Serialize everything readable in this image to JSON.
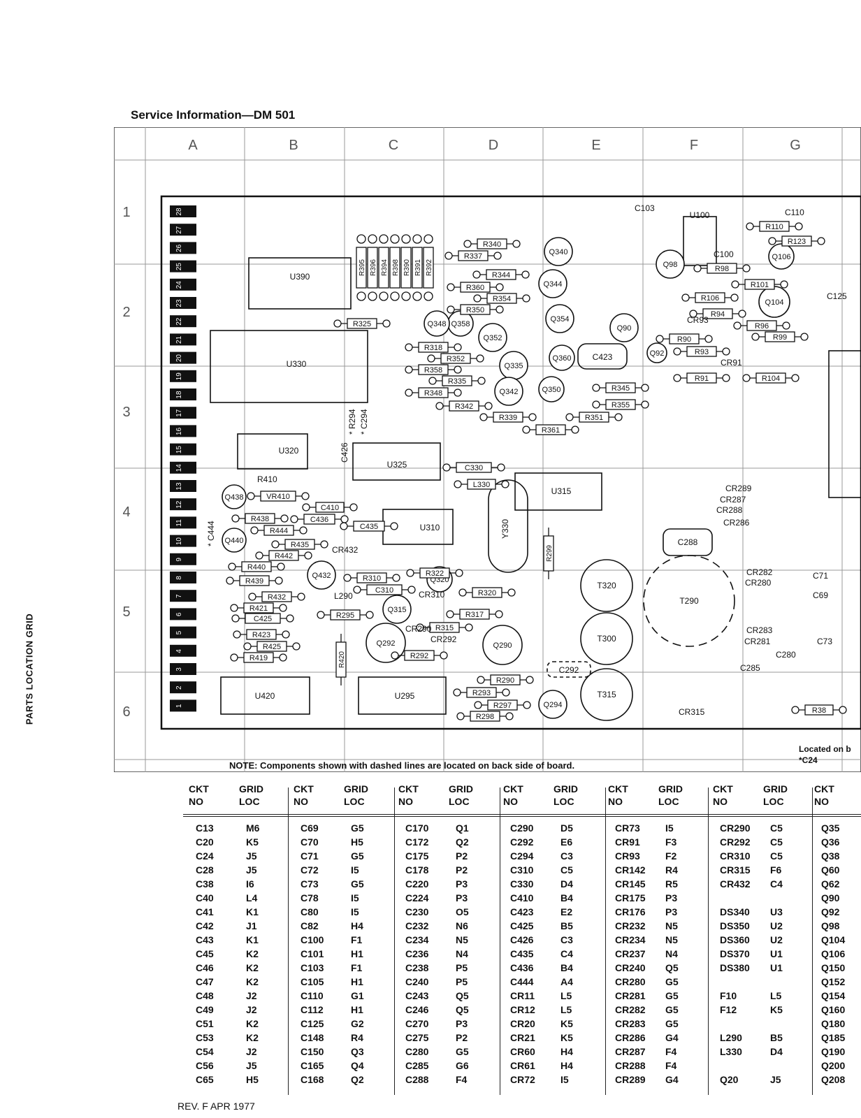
{
  "header": "Service Information—DM 501",
  "side_title": "PARTS LOCATION GRID",
  "grid_columns": [
    "A",
    "B",
    "C",
    "D",
    "E",
    "F",
    "G"
  ],
  "grid_rows": [
    "1",
    "2",
    "3",
    "4",
    "5",
    "6"
  ],
  "note": "NOTE: Components shown with dashed lines are located on back side of board.",
  "located_note": "Located on b",
  "located_sub": "*C24",
  "board_labels": {
    "u100": "U100",
    "u390": "U390",
    "u330": "U330",
    "u320": "U320",
    "u325": "U325",
    "u310": "U310",
    "u315": "U315",
    "u420": "U420",
    "u295": "U295",
    "t320": "T320",
    "t300": "T300",
    "t315": "T315",
    "t290": "T290",
    "y330": "Y330",
    "c288": "C288",
    "c423": "C423",
    "c292": "C292",
    "c330": "C330",
    "l330": "L330",
    "q340": "Q340",
    "q344": "Q344",
    "q354": "Q354",
    "q358": "Q358",
    "q348": "Q348",
    "q352": "Q352",
    "q335": "Q335",
    "q342": "Q342",
    "q350": "Q350",
    "q360": "Q360",
    "q90": "Q90",
    "q92": "Q92",
    "q98": "Q98",
    "q104": "Q104",
    "q106": "Q106",
    "q438": "Q438",
    "q440": "Q440",
    "q432": "Q432",
    "q315": "Q315",
    "q320": "Q320",
    "q292": "Q292",
    "q290": "Q290",
    "q294": "Q294",
    "r340": "R340",
    "r337": "R337",
    "r344": "R344",
    "r360": "R360",
    "r354": "R354",
    "r350": "R350",
    "r325": "R325",
    "r318": "R318",
    "r352": "R352",
    "r358": "R358",
    "r335": "R335",
    "r348": "R348",
    "r342": "R342",
    "r339": "R339",
    "r361": "R361",
    "r351": "R351",
    "r345": "R345",
    "r355": "R355",
    "r410": "R410",
    "vr410": "VR410",
    "r438": "R438",
    "r444": "R444",
    "r435": "R435",
    "r442": "R442",
    "r440": "R440",
    "r439": "R439",
    "r432": "R432",
    "r421": "R421",
    "r423": "R423",
    "r425": "R425",
    "r419": "R419",
    "r310": "R310",
    "r322": "R322",
    "r320": "R320",
    "r295": "R295",
    "r317": "R317",
    "r315": "R315",
    "r292": "R292",
    "r290": "R290",
    "r293": "R293",
    "r297": "R297",
    "r298": "R298",
    "r299": "R299",
    "r420": "R420",
    "r110": "R110",
    "r123": "R123",
    "c110": "C110",
    "c103": "C103",
    "c100": "C100",
    "r98": "R98",
    "r101": "R101",
    "r106": "R106",
    "r94": "R94",
    "r96": "R96",
    "r99": "R99",
    "r90": "R90",
    "r93": "R93",
    "r91": "R91",
    "r104": "R104",
    "r38": "R38",
    "c410": "C410",
    "c436": "C436",
    "c435": "C435",
    "c425": "C425",
    "c310": "C310",
    "l290": "L290",
    "c444": "* C444",
    "c426": "C426",
    "r294": "* R294",
    "c294": "* C294",
    "cr432": "CR432",
    "cr310": "CR310",
    "cr290": "CR290",
    "cr292": "CR292",
    "cr93": "CR93",
    "cr91": "CR91",
    "cr289": "CR289",
    "cr287": "CR287",
    "cr288": "CR288",
    "cr286": "CR286",
    "cr282": "CR282",
    "cr280": "CR280",
    "cr283": "CR283",
    "cr281": "CR281",
    "c285": "C285",
    "c280": "C280",
    "cr315": "CR315",
    "c71": "C71",
    "c69": "C69",
    "c73": "C73",
    "c125": "C125",
    "r395": "R395",
    "r396": "R396",
    "r394": "R394",
    "r398": "R398",
    "r390": "R390",
    "r391": "R391",
    "r392": "R392"
  },
  "edge_pins": [
    "28",
    "27",
    "26",
    "25",
    "24",
    "23",
    "22",
    "21",
    "20",
    "19",
    "18",
    "17",
    "16",
    "15",
    "14",
    "13",
    "12",
    "11",
    "10",
    "9",
    "8",
    "7",
    "6",
    "5",
    "4",
    "3",
    "2",
    "1"
  ],
  "table_headers": {
    "ckt": "CKT",
    "no": "NO",
    "grid": "GRID",
    "loc": "LOC"
  },
  "table_columns": [
    [
      [
        "C13",
        "M6"
      ],
      [
        "C20",
        "K5"
      ],
      [
        "C24",
        "J5"
      ],
      [
        "C28",
        "J5"
      ],
      [
        "C38",
        "I6"
      ],
      [
        "C40",
        "L4"
      ],
      [
        "C41",
        "K1"
      ],
      [
        "C42",
        "J1"
      ],
      [
        "C43",
        "K1"
      ],
      [
        "C45",
        "K2"
      ],
      [
        "C46",
        "K2"
      ],
      [
        "C47",
        "K2"
      ],
      [
        "C48",
        "J2"
      ],
      [
        "C49",
        "J2"
      ],
      [
        "C51",
        "K2"
      ],
      [
        "C53",
        "K2"
      ],
      [
        "C54",
        "J2"
      ],
      [
        "C56",
        "J5"
      ],
      [
        "C65",
        "H5"
      ]
    ],
    [
      [
        "C69",
        "G5"
      ],
      [
        "C70",
        "H5"
      ],
      [
        "C71",
        "G5"
      ],
      [
        "C72",
        "I5"
      ],
      [
        "C73",
        "G5"
      ],
      [
        "C78",
        "I5"
      ],
      [
        "C80",
        "I5"
      ],
      [
        "C82",
        "H4"
      ],
      [
        "C100",
        "F1"
      ],
      [
        "C101",
        "H1"
      ],
      [
        "C103",
        "F1"
      ],
      [
        "C105",
        "H1"
      ],
      [
        "C110",
        "G1"
      ],
      [
        "C112",
        "H1"
      ],
      [
        "C125",
        "G2"
      ],
      [
        "C148",
        "R4"
      ],
      [
        "C150",
        "Q3"
      ],
      [
        "C165",
        "Q4"
      ],
      [
        "C168",
        "Q2"
      ]
    ],
    [
      [
        "C170",
        "Q1"
      ],
      [
        "C172",
        "Q2"
      ],
      [
        "C175",
        "P2"
      ],
      [
        "C178",
        "P2"
      ],
      [
        "C220",
        "P3"
      ],
      [
        "C224",
        "P3"
      ],
      [
        "C230",
        "O5"
      ],
      [
        "C232",
        "N6"
      ],
      [
        "C234",
        "N5"
      ],
      [
        "C236",
        "N4"
      ],
      [
        "C238",
        "P5"
      ],
      [
        "C240",
        "P5"
      ],
      [
        "C243",
        "Q5"
      ],
      [
        "C246",
        "Q5"
      ],
      [
        "C270",
        "P3"
      ],
      [
        "C275",
        "P2"
      ],
      [
        "C280",
        "G5"
      ],
      [
        "C285",
        "G6"
      ],
      [
        "C288",
        "F4"
      ]
    ],
    [
      [
        "C290",
        "D5"
      ],
      [
        "C292",
        "E6"
      ],
      [
        "C294",
        "C3"
      ],
      [
        "C310",
        "C5"
      ],
      [
        "C330",
        "D4"
      ],
      [
        "C410",
        "B4"
      ],
      [
        "C423",
        "E2"
      ],
      [
        "C425",
        "B5"
      ],
      [
        "C426",
        "C3"
      ],
      [
        "C435",
        "C4"
      ],
      [
        "C436",
        "B4"
      ],
      [
        "C444",
        "A4"
      ],
      [
        "CR11",
        "L5"
      ],
      [
        "CR12",
        "L5"
      ],
      [
        "CR20",
        "K5"
      ],
      [
        "CR21",
        "K5"
      ],
      [
        "CR60",
        "H4"
      ],
      [
        "CR61",
        "H4"
      ],
      [
        "CR72",
        "I5"
      ]
    ],
    [
      [
        "CR73",
        "I5"
      ],
      [
        "CR91",
        "F3"
      ],
      [
        "CR93",
        "F2"
      ],
      [
        "CR142",
        "R4"
      ],
      [
        "CR145",
        "R5"
      ],
      [
        "CR175",
        "P3"
      ],
      [
        "CR176",
        "P3"
      ],
      [
        "CR232",
        "N5"
      ],
      [
        "CR234",
        "N5"
      ],
      [
        "CR237",
        "N4"
      ],
      [
        "CR240",
        "Q5"
      ],
      [
        "CR280",
        "G5"
      ],
      [
        "CR281",
        "G5"
      ],
      [
        "CR282",
        "G5"
      ],
      [
        "CR283",
        "G5"
      ],
      [
        "CR286",
        "G4"
      ],
      [
        "CR287",
        "F4"
      ],
      [
        "CR288",
        "F4"
      ],
      [
        "CR289",
        "G4"
      ]
    ],
    [
      [
        "CR290",
        "C5"
      ],
      [
        "CR292",
        "C5"
      ],
      [
        "CR310",
        "C5"
      ],
      [
        "CR315",
        "F6"
      ],
      [
        "CR432",
        "C4"
      ],
      [
        "",
        ""
      ],
      [
        "DS340",
        "U3"
      ],
      [
        "DS350",
        "U2"
      ],
      [
        "DS360",
        "U2"
      ],
      [
        "DS370",
        "U1"
      ],
      [
        "DS380",
        "U1"
      ],
      [
        "",
        ""
      ],
      [
        "F10",
        "L5"
      ],
      [
        "F12",
        "K5"
      ],
      [
        "",
        ""
      ],
      [
        "L290",
        "B5"
      ],
      [
        "L330",
        "D4"
      ],
      [
        "",
        ""
      ],
      [
        "Q20",
        "J5"
      ]
    ],
    [
      [
        "Q35",
        ""
      ],
      [
        "Q36",
        ""
      ],
      [
        "Q38",
        ""
      ],
      [
        "Q60",
        ""
      ],
      [
        "Q62",
        ""
      ],
      [
        "Q90",
        ""
      ],
      [
        "Q92",
        ""
      ],
      [
        "Q98",
        ""
      ],
      [
        "Q104",
        ""
      ],
      [
        "Q106",
        ""
      ],
      [
        "Q150",
        ""
      ],
      [
        "Q152",
        ""
      ],
      [
        "Q154",
        ""
      ],
      [
        "Q160",
        ""
      ],
      [
        "Q180",
        ""
      ],
      [
        "Q185",
        ""
      ],
      [
        "Q190",
        ""
      ],
      [
        "Q200",
        ""
      ],
      [
        "Q208",
        ""
      ]
    ]
  ],
  "revision": "REV. F APR 1977"
}
